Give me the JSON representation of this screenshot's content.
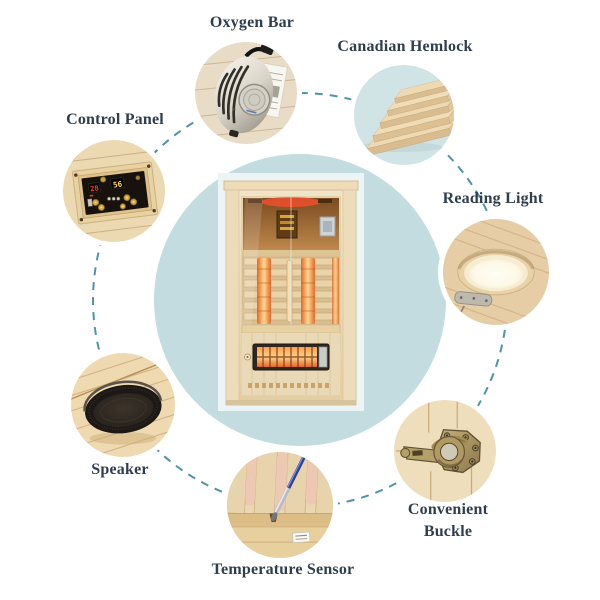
{
  "features": [
    {
      "id": "oxygen-bar",
      "label": "Oxygen Bar"
    },
    {
      "id": "canadian-hemlock",
      "label": "Canadian Hemlock"
    },
    {
      "id": "control-panel",
      "label": "Control Panel"
    },
    {
      "id": "reading-light",
      "label": "Reading Light"
    },
    {
      "id": "speaker",
      "label": "Speaker"
    },
    {
      "id": "temperature-sensor",
      "label": "Temperature Sensor"
    },
    {
      "id": "convenient-buckle",
      "label": "Convenient Buckle"
    }
  ],
  "control_panel_photo": {
    "left_display": "28",
    "right_display": "56"
  },
  "colors": {
    "center_circle": "#c3dcdf",
    "dashed_ring": "#4e94a4",
    "label_text": "#2f3e4e",
    "hemlock_bubble_bg": "#d0e3e5",
    "wood_light": "#ecd9b2",
    "heater_glow": "#ff8c3a"
  }
}
